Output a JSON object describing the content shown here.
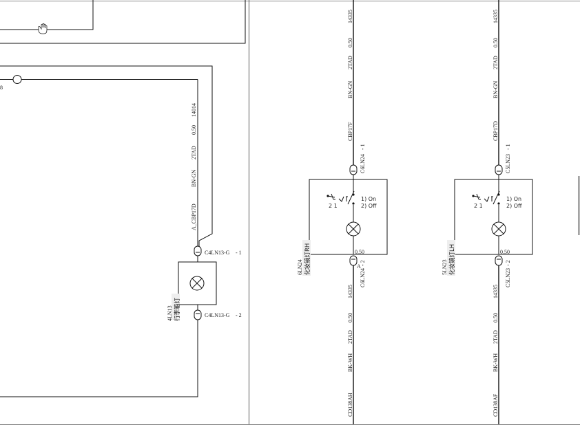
{
  "left_wire": {
    "wire_id": "14014",
    "cross_section": "0.50",
    "wire_type": "2TAD",
    "color": "BN-GN",
    "from_pin": "A_CBP17D",
    "label_partial": "8"
  },
  "lamp_4ln13": {
    "ref": "4LN13",
    "name": "行李箱灯",
    "connector_top": "C4LN13-G",
    "pin_top": "- 1",
    "connector_bottom": "C4LN13-G",
    "pin_bottom": "- 2"
  },
  "switch_6ln24": {
    "ref": "6LN24",
    "name": "化妆镜灯RH",
    "top_wire": {
      "wire_id": "14335",
      "cross_section": "0.50",
      "wire_type": "2TAD",
      "color": "BN-GN",
      "from_pin": "CBP17F"
    },
    "connector_top": "C6LN24",
    "pin_top": "- 1",
    "connector_bottom": "C6LN24",
    "pin_bottom": "- 2",
    "bottom_size": "0.50",
    "bottom_wire": {
      "wire_id": "14335",
      "cross_section": "0.50",
      "wire_type": "2TAD",
      "color": "BK-WH",
      "to_pin": "CD138AH"
    },
    "pin_a": "A"
  },
  "switch_5ln23": {
    "ref": "5LN23",
    "name": "化妆镜灯LH",
    "top_wire": {
      "wire_id": "14335",
      "cross_section": "0.50",
      "wire_type": "2TAD",
      "color": "BN-GN",
      "from_pin": "CBP17D"
    },
    "connector_top": "C5LN23",
    "pin_top": "- 1",
    "connector_bottom": "C5LN23",
    "pin_bottom": "- 2",
    "bottom_size": "0.50",
    "bottom_wire": {
      "wire_id": "14335",
      "cross_section": "0.50",
      "wire_type": "2TAD",
      "color": "BK-WH",
      "to_pin": "CD138AF"
    }
  },
  "switch_legend": {
    "on": "1) On",
    "off": "2) Off",
    "pin_nums": "2  1"
  }
}
